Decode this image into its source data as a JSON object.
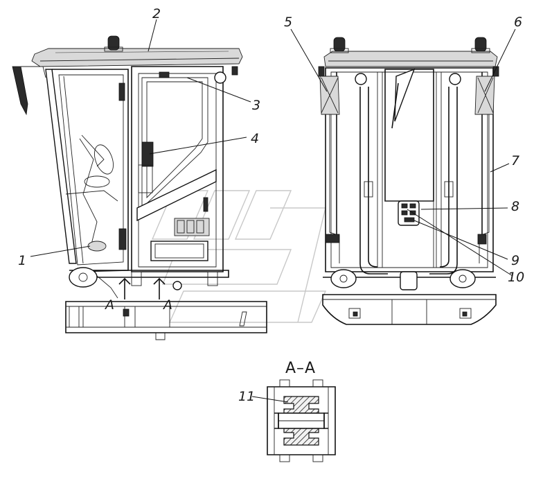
{
  "callouts": [
    {
      "label": "1"
    },
    {
      "label": "2"
    },
    {
      "label": "3"
    },
    {
      "label": "4"
    },
    {
      "label": "5"
    },
    {
      "label": "6"
    },
    {
      "label": "7"
    },
    {
      "label": "8"
    },
    {
      "label": "9"
    },
    {
      "label": "10"
    },
    {
      "label": "11"
    }
  ],
  "section_marks": {
    "left": "A",
    "right": "A",
    "detail_title": "A–A"
  }
}
